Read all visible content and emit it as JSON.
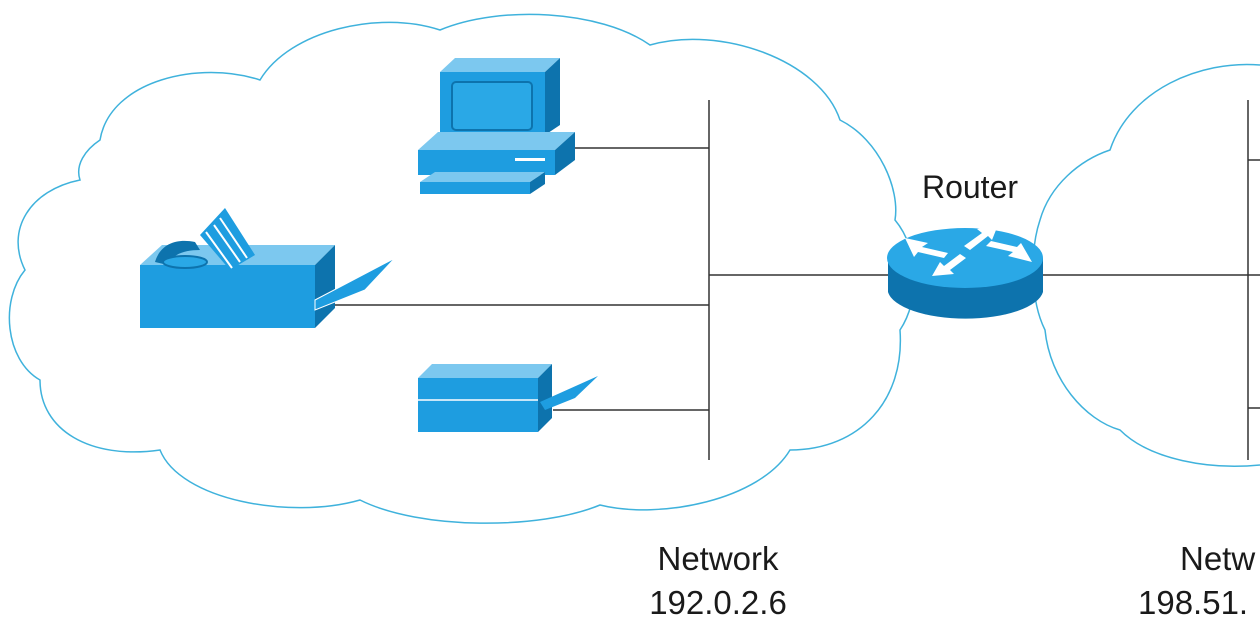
{
  "labels": {
    "router": "Router",
    "left_network_title": "Network",
    "left_network_address": "192.0.2.6",
    "right_network_title": "Netw",
    "right_network_address": "198.51."
  },
  "colors": {
    "device_fill": "#1e9de0",
    "device_light": "#7cc8ef",
    "device_dark": "#0d73ad",
    "cloud_stroke": "#3fb2dc",
    "line": "#333333"
  },
  "icons": [
    "workstation-icon",
    "fax-machine-icon",
    "printer-icon",
    "router-icon"
  ]
}
